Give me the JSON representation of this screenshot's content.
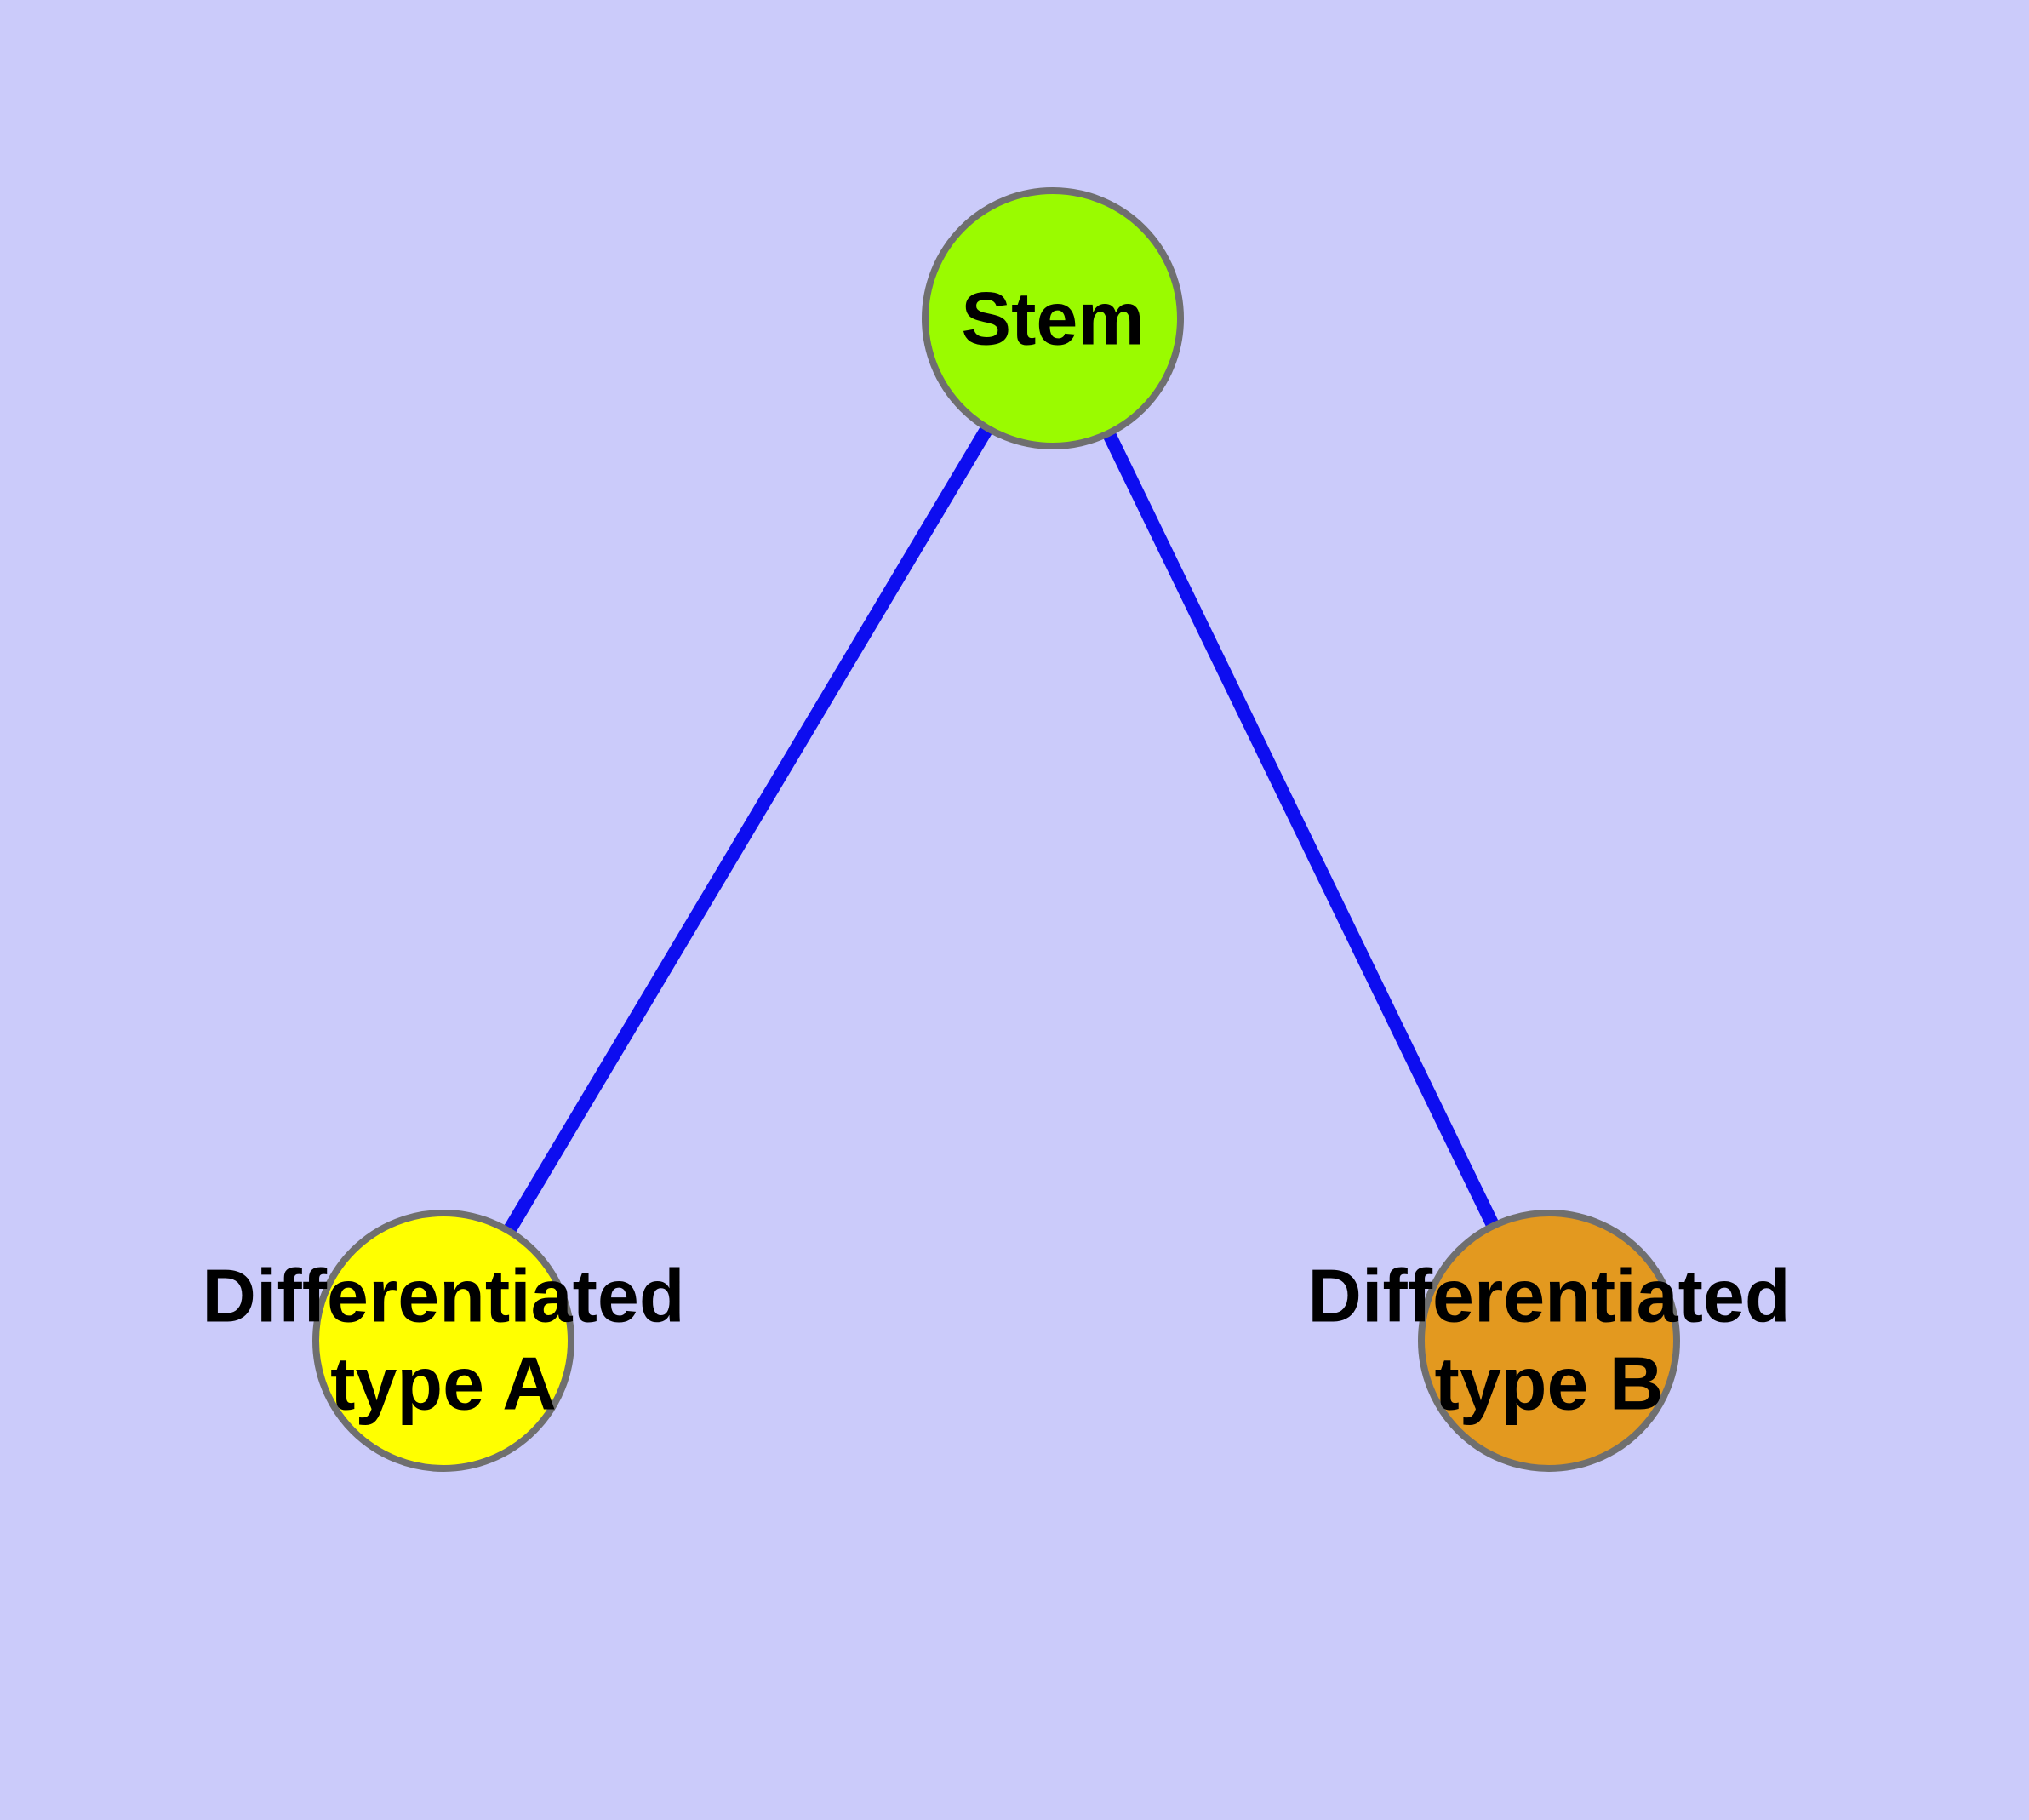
{
  "diagram": {
    "type": "graph",
    "description": "Cell differentiation lineage diagram",
    "nodes": [
      {
        "id": "stem",
        "label": "Stem",
        "color": "#9AFB00"
      },
      {
        "id": "differentiated-type-a",
        "label_lines": [
          "Differentiated",
          "type A"
        ],
        "color": "#FFFF00"
      },
      {
        "id": "differentiated-type-b",
        "label_lines": [
          "Differentiated",
          "type B"
        ],
        "color": "#E3991F"
      }
    ],
    "edges": [
      {
        "from": "stem",
        "to": "differentiated-type-a"
      },
      {
        "from": "stem",
        "to": "differentiated-type-b"
      }
    ],
    "colors": {
      "background": "#CBCBFA",
      "edge": "#0D0DF0",
      "node_border": "#6F6F6F",
      "label_text": "#000000"
    }
  }
}
